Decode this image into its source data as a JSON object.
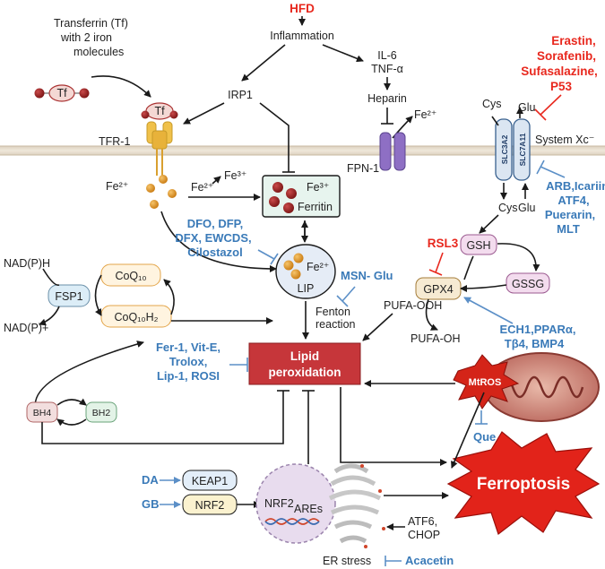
{
  "labels": {
    "hfd": "HFD",
    "inflammation": "Inflammation",
    "il6": "IL-6",
    "tnfa": "TNF-α",
    "heparin": "Heparin",
    "irp1": "IRP1",
    "transferrin_1": "Transferrin (Tf)",
    "transferrin_2": "with 2 iron",
    "transferrin_3": "molecules",
    "tf": "Tf",
    "tfr1": "TFR-1",
    "fe2": "Fe²⁺",
    "fe2_b": "Fe²⁺",
    "fe2_c": "Fe²⁺",
    "fe2_d": "Fe²⁺",
    "fe3": "Fe³⁺",
    "ferritin": "Ferritin",
    "lip": "LIP",
    "fenton_1": "Fenton",
    "fenton_2": "reaction",
    "nadph": "NAD(P)H",
    "nadp": "NAD(P)+",
    "fsp1": "FSP1",
    "coq10": "CoQ₁₀",
    "coq10h2": "CoQ₁₀H₂",
    "lipid_1": "Lipid",
    "lipid_2": "peroxidation",
    "bh4": "BH4",
    "bh2": "BH2",
    "keap1": "KEAP1",
    "nrf2": "NRF2",
    "nrf2_nuc": "NRF2",
    "ares": "AREs",
    "er_stress": "ER stress",
    "atf6": "ATF6,",
    "chop": "CHOP",
    "ferroptosis": "Ferroptosis",
    "fpn1": "FPN-1",
    "cys": "Cys",
    "glu": "Glu",
    "slc3a2": "SLC3A2",
    "slc7a11": "SLC7A11",
    "system_xc": "System Xc⁻",
    "gsh": "GSH",
    "gssg": "GSSG",
    "gpx4": "GPX4",
    "pufa_ooh": "PUFA-OOH",
    "pufa_oh": "PUFA-OH",
    "mtros": "MtROS"
  },
  "inhibitors": {
    "chelators_1": "DFO, DFP,",
    "chelators_2": "DFX, EWCDS,",
    "chelators_3": "Cilostazol",
    "msn_glu": "MSN- Glu",
    "lipid_1": "Fer-1, Vit-E,",
    "lipid_2": "Trolox,",
    "lipid_3": "Lip-1, ROSI",
    "da": "DA",
    "gb": "GB",
    "acacetin": "Acacetin",
    "erastin_1": "Erastin,",
    "erastin_2": "Sorafenib,",
    "erastin_3": "Sufasalazine,",
    "erastin_4": "P53",
    "arb_1": "ARB,Icariin,",
    "arb_2": "ATF4,",
    "arb_3": "Puerarin,",
    "arb_4": "MLT",
    "rsl3": "RSL3",
    "ech1_1": "ECH1,PPARα,",
    "ech1_2": "Tβ4,  BMP4",
    "que": "Que"
  },
  "colors": {
    "inducer_red": "#e8281e",
    "inhibitor_blue": "#3a7ab8",
    "lipid_box": "#c6363a",
    "ferroptosis_burst": "#e2231a"
  }
}
